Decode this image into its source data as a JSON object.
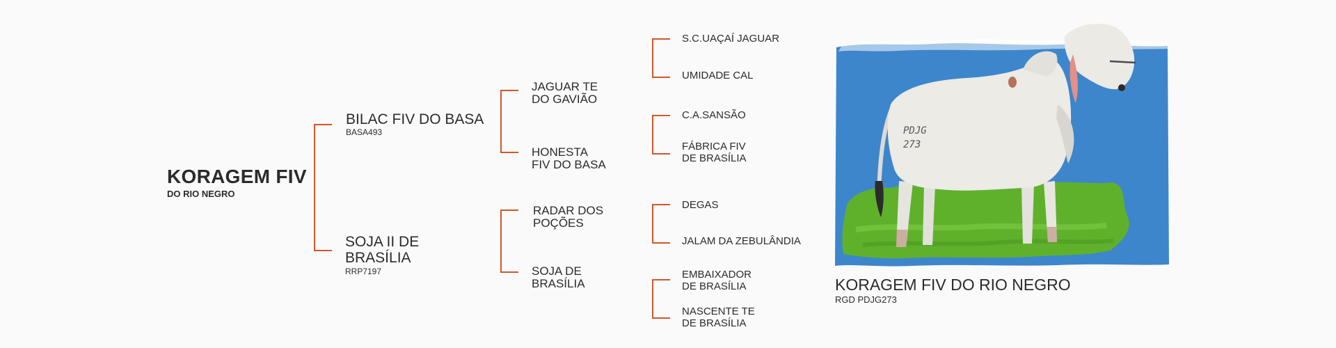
{
  "animal": {
    "name": "KORAGEM FIV",
    "name_suffix": "DO RIO NEGRO"
  },
  "sire": {
    "name": "BILAC FIV DO BASA",
    "reg": "BASA493"
  },
  "dam": {
    "name_line1": "SOJA II DE",
    "name_line2": "BRASÍLIA",
    "reg": "RRP7197"
  },
  "grandparents": {
    "sire_sire": {
      "line1": "JAGUAR TE",
      "line2": "DO GAVIÃO"
    },
    "sire_dam": {
      "line1": "HONESTA",
      "line2": "FIV DO BASA"
    },
    "dam_sire": {
      "line1": "RADAR DOS",
      "line2": "POÇÕES"
    },
    "dam_dam": {
      "line1": "SOJA DE",
      "line2": "BRASÍLIA"
    }
  },
  "great_grandparents": [
    {
      "line1": "S.C.UAÇAÍ JAGUAR",
      "line2": ""
    },
    {
      "line1": "UMIDADE CAL",
      "line2": ""
    },
    {
      "line1": "C.A.SANSÃO",
      "line2": ""
    },
    {
      "line1": "FÁBRICA FIV",
      "line2": "DE BRASÍLIA"
    },
    {
      "line1": "DEGAS",
      "line2": ""
    },
    {
      "line1": "JALAM DA ZEBULÂNDIA",
      "line2": ""
    },
    {
      "line1": "EMBAIXADOR",
      "line2": "DE BRASÍLIA"
    },
    {
      "line1": "NASCENTE TE",
      "line2": "DE BRASÍLIA"
    }
  ],
  "caption": {
    "name": "KORAGEM FIV DO RIO NEGRO",
    "reg": "RGD PDJG273"
  },
  "photo": {
    "subject": "white nelore bull standing on grass",
    "brand_mark_lines": [
      "PDJG",
      "273"
    ],
    "colors": {
      "background": "#3d86cc",
      "grass": "#5fb12b",
      "bull": "#ecebe6",
      "accent": "#d0572a"
    }
  }
}
